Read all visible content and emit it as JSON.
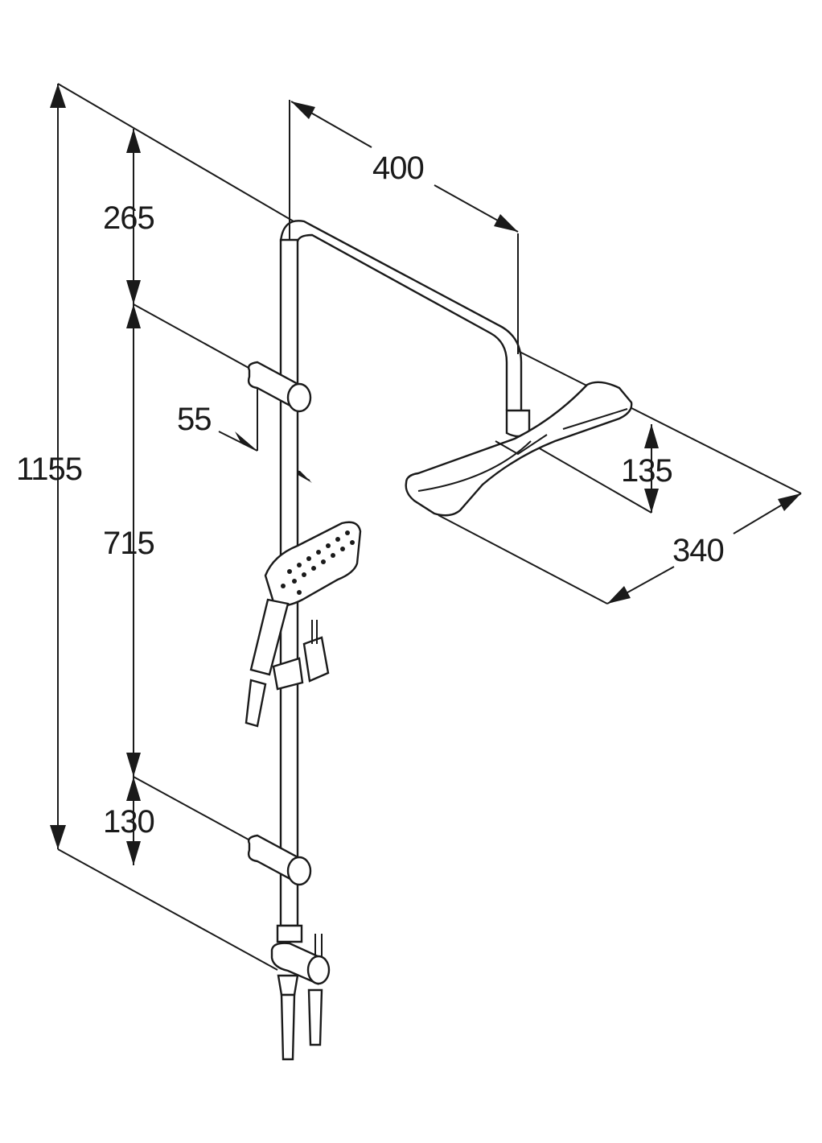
{
  "dimensions": {
    "total_height": "1155",
    "top_section": "265",
    "middle_section": "715",
    "bottom_section": "130",
    "wall_offset": "55",
    "arm_reach": "400",
    "head_depth": "135",
    "head_width": "340"
  },
  "colors": {
    "ink": "#1a1a1a",
    "background": "#ffffff"
  }
}
